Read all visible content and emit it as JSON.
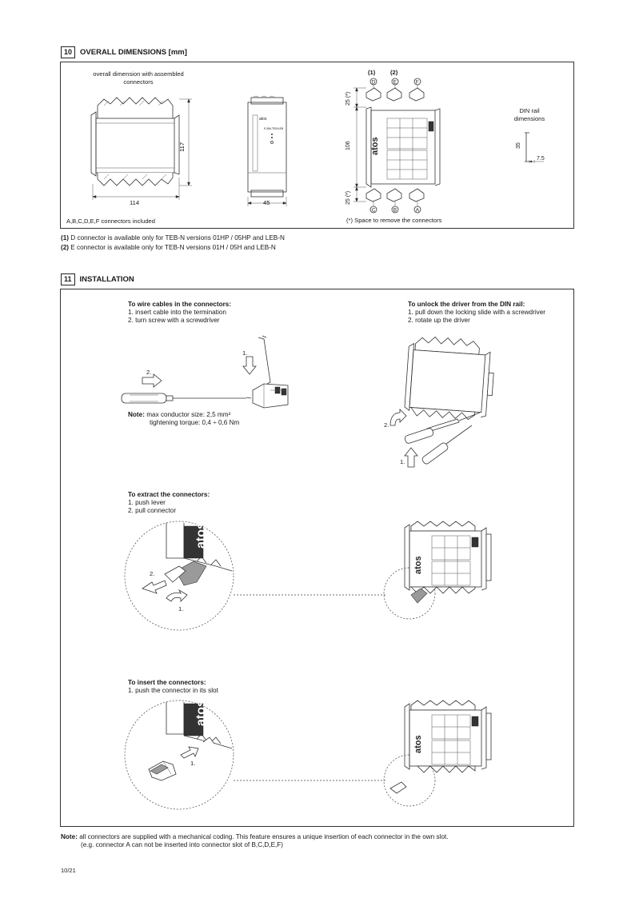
{
  "section10": {
    "number": "10",
    "title": "OVERALL DIMENSIONS [mm]",
    "caption_assembled": "overall dimension with assembled connectors",
    "dim_width": "114",
    "dim_height": "117",
    "dim_depth": "45",
    "dim_106": "106",
    "dim_25_top": "25 (*)",
    "dim_25_bottom": "25 (*)",
    "label_1": "(1)",
    "label_2": "(2)",
    "conn_top": [
      "D",
      "E",
      "F"
    ],
    "conn_bottom": [
      "C",
      "B",
      "A"
    ],
    "din_rail_title": "DIN rail dimensions",
    "din_35": "35",
    "din_75": "7.5",
    "connectors_included": "A,B,C,D,E,F connectors included",
    "space_note": "(*) Space to remove the connectors",
    "brand": "atos",
    "model": "E-BM-TEB/LEB"
  },
  "footnotes": [
    {
      "marker": "(1)",
      "text": " D connector is available only for TEB-N versions 01HP / 05HP and LEB-N"
    },
    {
      "marker": "(2)",
      "text": " E connector is available only for TEB-N versions 01H / 05H and LEB-N"
    }
  ],
  "section11": {
    "number": "11",
    "title": "INSTALLATION",
    "wire": {
      "title": "To wire cables in the connectors:",
      "step1": "1. insert cable into the termination",
      "step2": "2. turn screw with a screwdriver",
      "lbl1": "1.",
      "lbl2": "2."
    },
    "note": {
      "label": "Note:",
      "line1": " max conductor size: 2,5 mm²",
      "line2": "tightening torque: 0,4 ÷ 0,6 Nm"
    },
    "unlock": {
      "title": "To unlock the driver from the DIN rail:",
      "step1": "1. pull down the locking slide with a screwdriver",
      "step2": "2. rotate up the driver",
      "lbl1": "1.",
      "lbl2": "2."
    },
    "extract": {
      "title": "To extract the connectors:",
      "step1": "1. push lever",
      "step2": "2. pull connector",
      "lbl1": "1.",
      "lbl2": "2."
    },
    "insert": {
      "title": "To insert the connectors:",
      "step1": "1. push the connector in its slot",
      "lbl1": "1."
    }
  },
  "bottom_note": {
    "label": "Note:",
    "line1": " all connectors are supplied with a mechanical coding. This feature ensures a unique insertion of each connector in the own slot.",
    "line2": "(e.g. connector A can not be inserted into connector slot of B,C,D,E,F)"
  },
  "page_number": "10/21"
}
